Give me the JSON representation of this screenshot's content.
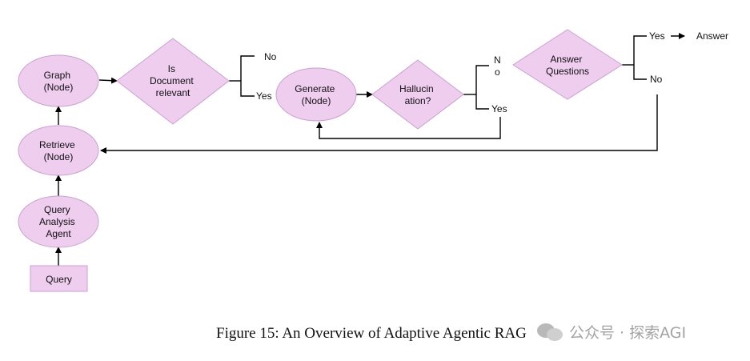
{
  "nodes": {
    "graph": [
      "Graph",
      "(Node)"
    ],
    "is_document_relevant": [
      "Is",
      "Document",
      "relevant"
    ],
    "generate": [
      "Generate",
      "(Node)"
    ],
    "hallucination": [
      "Hallucin",
      "ation?"
    ],
    "answer_questions": [
      "Answer",
      "Questions"
    ],
    "retrieve": [
      "Retrieve",
      "(Node)"
    ],
    "query_analysis_agent": [
      "Query",
      "Analysis",
      "Agent"
    ],
    "query": [
      "Query"
    ],
    "answer": "Answer"
  },
  "branches": {
    "doc_no": "No",
    "doc_yes": "Yes",
    "hall_no_line1": "N",
    "hall_no_line2": "o",
    "hall_yes": "Yes",
    "ans_yes": "Yes",
    "ans_no": "No"
  },
  "caption": "Figure 15: An Overview of Adaptive Agentic RAG",
  "watermark": "公众号 · 探索AGI",
  "colors": {
    "fill": "#efcdef",
    "stroke": "#c8a2cf",
    "line": "#000000"
  }
}
